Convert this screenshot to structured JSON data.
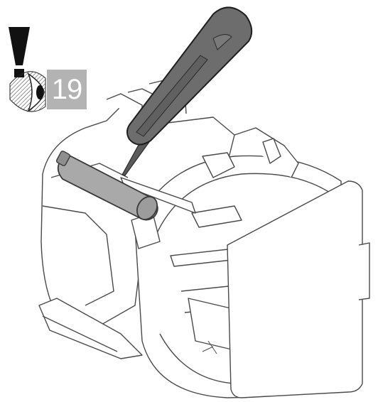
{
  "step": {
    "number": "19",
    "badge_color": "#b3b3b3",
    "badge_text_color": "#ffffff"
  },
  "icons": {
    "warning": "exclamation-attention-icon",
    "inspect": "eye-inspect-icon"
  },
  "illustration": {
    "tool": "screwdriver",
    "component": "battery-cylinder",
    "tool_color": "#6d6d6d",
    "component_color": "#a9a9a9",
    "line_color": "#4a4a4a"
  }
}
